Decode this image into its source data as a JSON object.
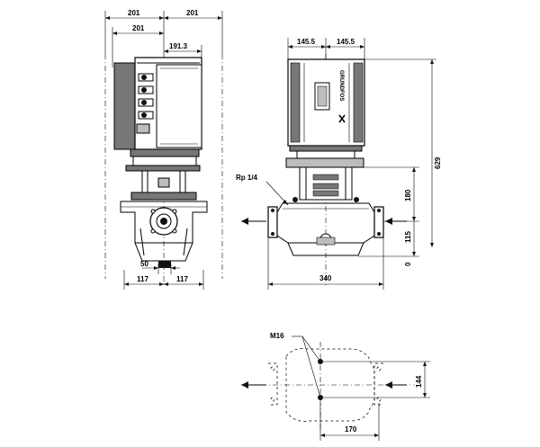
{
  "drawing": {
    "side_view": {
      "dim_overall_left": "201",
      "dim_overall_right": "201",
      "dim_half": "201",
      "dim_motor": "191.3",
      "dim_outlet": "50",
      "dim_foot_left": "117",
      "dim_foot_right": "117"
    },
    "front_view": {
      "dim_left_half": "145.5",
      "dim_right_half": "145.5",
      "dim_total_height": "629",
      "dim_center_height": "180",
      "dim_port_height": "115",
      "dim_base": "0",
      "dim_port_to_port": "340",
      "connection_label": "Rp 1/4",
      "brand_text": "GRUNDFOS"
    },
    "bottom_view": {
      "bolt_label": "M16",
      "dim_width": "144",
      "dim_length": "170"
    }
  }
}
